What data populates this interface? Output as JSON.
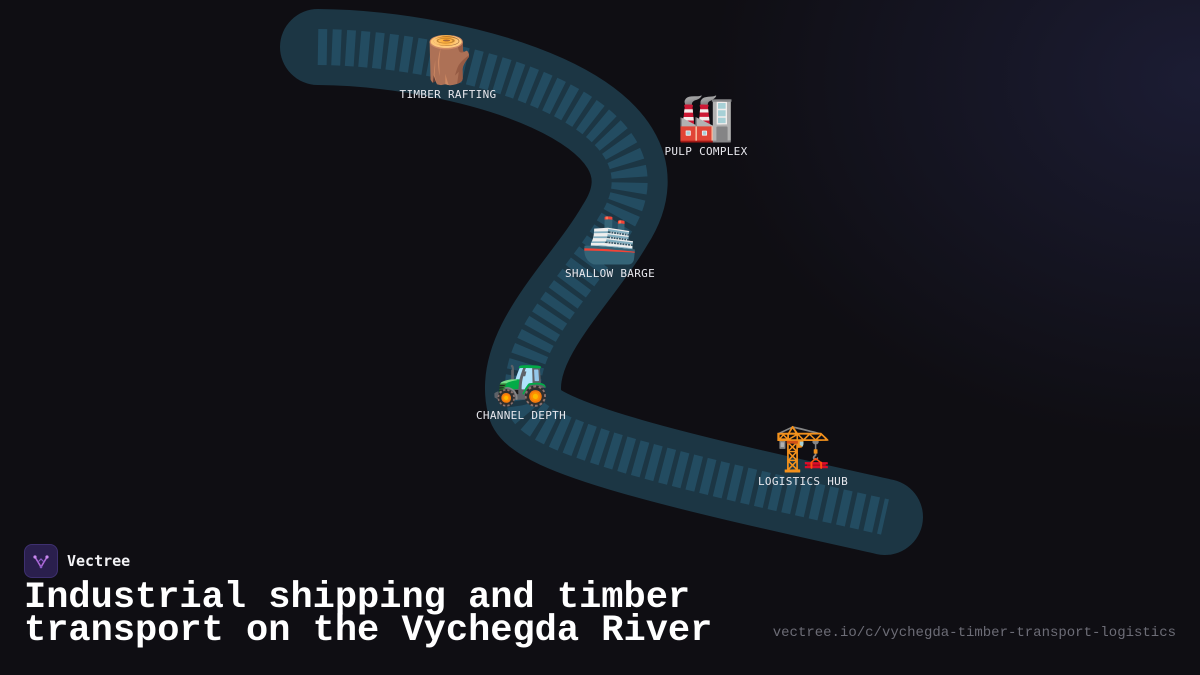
{
  "brand": {
    "name": "Vectree",
    "logo_icon": "vectree-logo-icon"
  },
  "title": "Industrial shipping and timber transport on the Vychegda River",
  "url": "vectree.io/c/vychegda-timber-transport-logistics",
  "colors": {
    "background": "#0f0e13",
    "river": "#1c3644",
    "river_stripe": "#234c61",
    "text": "#ffffff",
    "muted": "#6c6c76"
  },
  "stops": [
    {
      "id": "timber-rafting",
      "label": "TIMBER RAFTING",
      "icon": "log-icon",
      "glyph": "🪵"
    },
    {
      "id": "pulp-complex",
      "label": "PULP COMPLEX",
      "icon": "factory-icon",
      "glyph": "🏭"
    },
    {
      "id": "shallow-barge",
      "label": "SHALLOW BARGE",
      "icon": "ship-icon",
      "glyph": "🚢"
    },
    {
      "id": "channel-depth",
      "label": "CHANNEL DEPTH",
      "icon": "tractor-icon",
      "glyph": "🚜"
    },
    {
      "id": "logistics-hub",
      "label": "LOGISTICS HUB",
      "icon": "crane-icon",
      "glyph": "🏗️"
    }
  ]
}
